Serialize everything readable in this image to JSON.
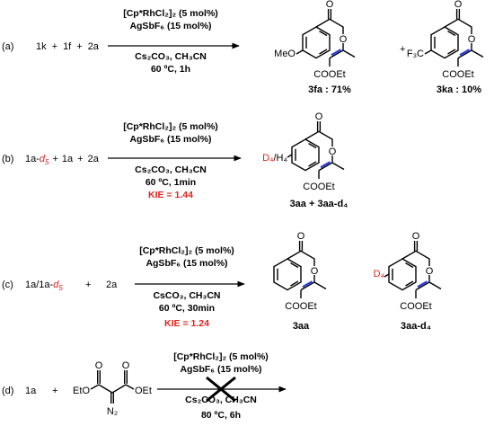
{
  "panels": {
    "a": {
      "tag": "a",
      "reactants": [
        "1k",
        "1f",
        "2a"
      ],
      "plus": "+",
      "catalyst": "[Cp*RhCl₂]₂ (5 mol%)",
      "additive": "AgSbF₆ (15 mol%)",
      "base_solvent": "Cs₂CO₃, CH₃CN",
      "temp_time": "60 ºC, 1h",
      "substituent_left": "MeO",
      "substituent_right": "F₃C",
      "ester": "COOEt",
      "label_1": "3fa : 71%",
      "label_2": "3ka : 10%"
    },
    "b": {
      "tag": "b",
      "r1_prefix": "1a-",
      "r1_deut": "d",
      "r1_sub": "5",
      "r2": "1a",
      "r3": "2a",
      "plus": "+",
      "catalyst": "[Cp*RhCl₂]₂ (5 mol%)",
      "additive": "AgSbF₆ (15 mol%)",
      "base_solvent": "Cs₂CO₃, CH₃CN",
      "temp_time": "60 ºC, 1min",
      "kie": "KIE = 1.44",
      "substituent_d": "D₄",
      "substituent_h": "/H₄",
      "ester": "COOEt",
      "label": "3aa + 3aa-d₄"
    },
    "c": {
      "tag": "c",
      "r1_prefix": "1a/1a-",
      "r1_deut": "d",
      "r1_sub": "5",
      "r2": "2a",
      "plus": "+",
      "catalyst": "[Cp*RhCl₂]₂ (5 mol%)",
      "additive": "AgSbF₆ (15 mol%)",
      "base_solvent": "CsCO₃, CH₃CN",
      "temp_time": "60 ºC, 30min",
      "kie": "KIE = 1.24",
      "substituent_d": "D₄",
      "ester": "COOEt",
      "label_1": "3aa",
      "label_2": "3aa-d₄"
    },
    "d": {
      "tag": "d",
      "r1": "1a",
      "plus": "+",
      "eto": "EtO",
      "oet": "OEt",
      "diazo": "N₂",
      "catalyst": "[Cp*RhCl₂]₂ (5 mol%)",
      "additive": "AgSbF₆ (15 mol%)",
      "base_solvent": "Cs₂CO₃, CH₃CN",
      "temp_time": "80 ºC, 6h"
    }
  },
  "atoms": {
    "oxygen": "O"
  },
  "colors": {
    "highlight_bond": "#2a3dd8",
    "kie_text": "#e0221b"
  }
}
